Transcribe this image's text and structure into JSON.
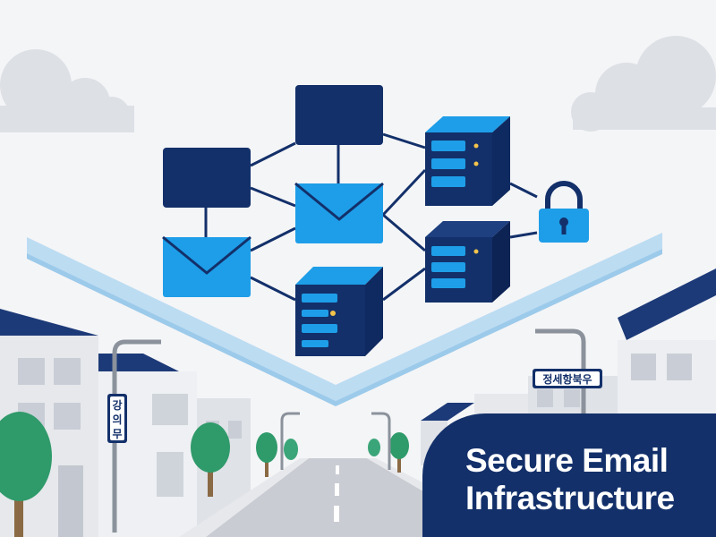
{
  "title": {
    "line1": "Secure Email",
    "line2": "Infrastructure"
  },
  "signs": {
    "left_vertical": [
      "강",
      "의",
      "무"
    ],
    "right_banner": "정세항북우"
  },
  "icons": [
    "envelope-icon",
    "server-icon",
    "lock-icon",
    "computer-node-icon"
  ],
  "colors": {
    "navy": "#13306a",
    "bright_blue": "#1e9ee8",
    "pale_blue": "#bcdcf2",
    "building_grey": "#dfe2e7",
    "roof_navy": "#1d3a78",
    "tree_green": "#2f9a6a"
  }
}
